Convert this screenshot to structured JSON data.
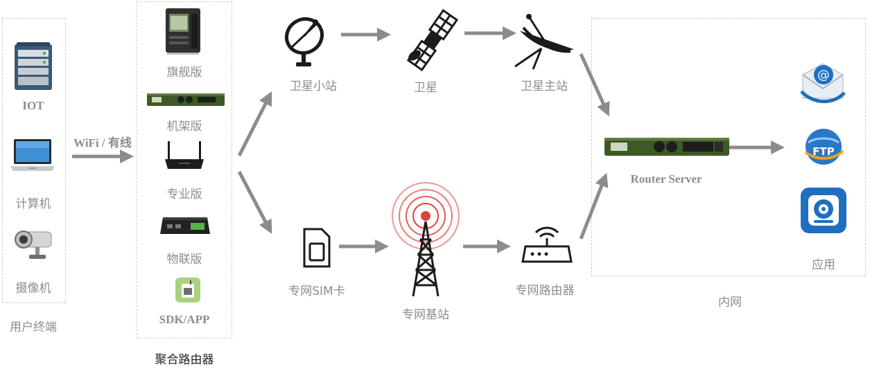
{
  "terminals": {
    "group_label": "用户终端",
    "items": [
      {
        "label": "IOT",
        "icon": "server-icon"
      },
      {
        "label": "计算机",
        "icon": "laptop-icon"
      },
      {
        "label": "摄像机",
        "icon": "camera-icon"
      }
    ]
  },
  "link_label": "WiFi / 有线",
  "aggregation_router": {
    "group_label": "聚合路由器",
    "items": [
      {
        "label": "旗舰版",
        "icon": "flagship-device-icon"
      },
      {
        "label": "机架版",
        "icon": "rack-device-icon"
      },
      {
        "label": "专业版",
        "icon": "wireless-router-icon"
      },
      {
        "label": "物联版",
        "icon": "iot-gateway-icon"
      },
      {
        "label": "SDK/APP",
        "icon": "sdk-app-icon"
      }
    ]
  },
  "satellite_path": {
    "small_station": "卫星小站",
    "satellite": "卫星",
    "main_station": "卫星主站"
  },
  "private_network_path": {
    "sim_card": "专网SIM卡",
    "base_station": "专网基站",
    "router": "专网路由器"
  },
  "intranet": {
    "group_label": "内网",
    "server_label": "Router Server",
    "apps_label": "应用",
    "apps": [
      {
        "icon": "email-icon"
      },
      {
        "icon": "ftp-icon",
        "text": "FTP"
      },
      {
        "icon": "webcam-app-icon"
      }
    ]
  },
  "colors": {
    "arrow": "#8c8c8c",
    "label": "#8c8c8c",
    "device_green": "#3d5a24",
    "signal_red": "#e0403a",
    "app_blue": "#1f6fc0"
  }
}
